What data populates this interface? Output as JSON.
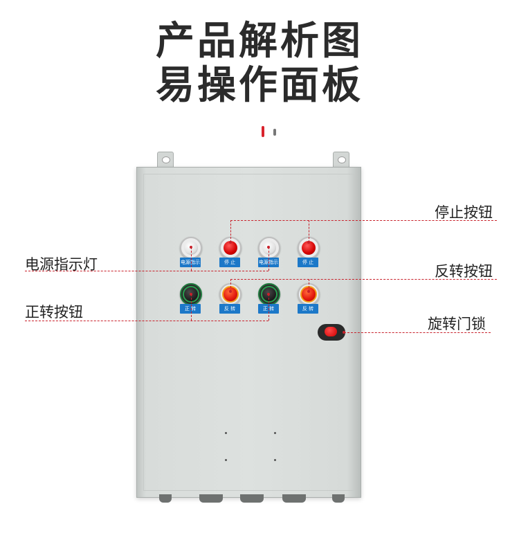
{
  "heading": {
    "line1": "产品解析图",
    "line2": "易操作面板"
  },
  "accent_colors": {
    "brand_red": "#d9232d",
    "callout_line": "#c8202a",
    "plate_blue": "#1c78c8"
  },
  "buttons_row1": [
    {
      "color": "white",
      "plate": "电源指示"
    },
    {
      "color": "red",
      "plate": "停 止"
    },
    {
      "color": "white",
      "plate": "电源指示"
    },
    {
      "color": "red",
      "plate": "停 止"
    }
  ],
  "buttons_row2": [
    {
      "color": "green",
      "plate": "正 转"
    },
    {
      "color": "orange",
      "plate": "反 转"
    },
    {
      "color": "green",
      "plate": "正 转"
    },
    {
      "color": "orange",
      "plate": "反 转"
    }
  ],
  "callouts": {
    "stop": "停止按钮",
    "power": "电源指示灯",
    "reverse": "反转按钮",
    "forward": "正转按钮",
    "lock": "旋转门锁"
  }
}
